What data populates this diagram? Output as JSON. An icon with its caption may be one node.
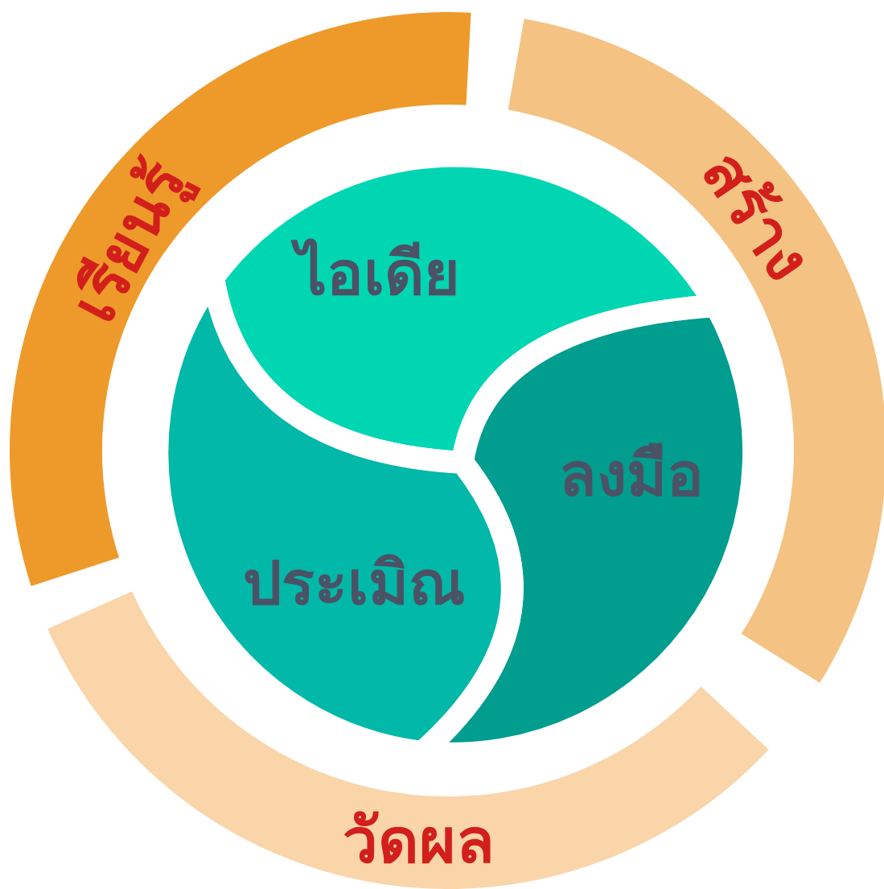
{
  "diagram": {
    "nodes": [
      {
        "text": [
          "เรียนรู้"
        ]
      },
      {
        "text": [
          "สร้าง"
        ]
      },
      {
        "text": [
          "วัดผล"
        ]
      },
      {
        "text": [
          "ไอเดีย"
        ]
      },
      {
        "text": [
          "ลงมือ"
        ]
      },
      {
        "text": [
          "ประเมิณ"
        ]
      }
    ]
  }
}
